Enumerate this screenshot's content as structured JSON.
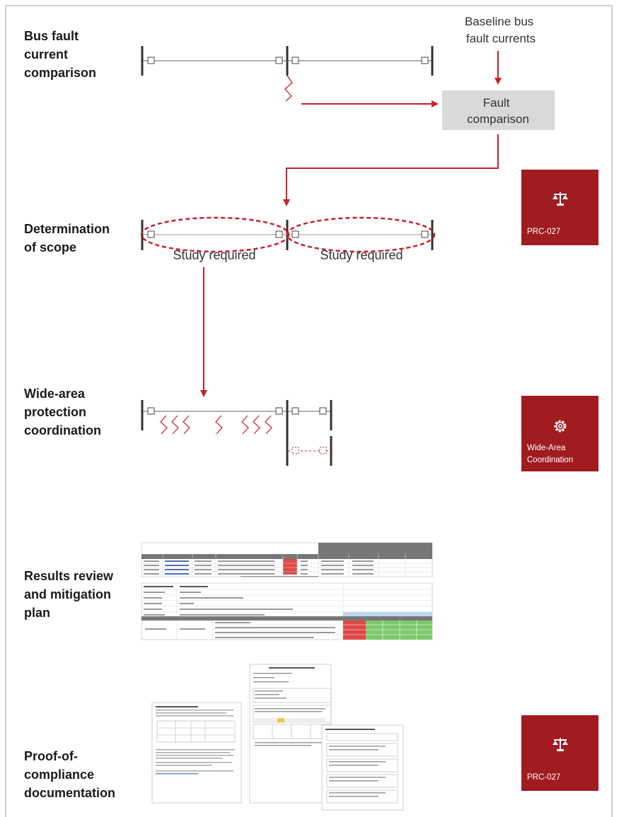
{
  "steps": [
    {
      "label": "Bus fault\ncurrent\ncomparison"
    },
    {
      "label": "Determination\nof scope"
    },
    {
      "label": "Wide-area\nprotection\ncoordination"
    },
    {
      "label": "Results review\nand mitigation\nplan"
    },
    {
      "label": "Proof-of-\ncompliance\ndocumentation"
    }
  ],
  "baseline_text": "Baseline bus\nfault currents",
  "fault_comparison_text": "Fault\ncomparison",
  "study_required_left": "Study required",
  "study_required_right": "Study required",
  "tiles": [
    {
      "icon": "scales-icon",
      "label": "PRC-027"
    },
    {
      "icon": "gear-icon",
      "label": "Wide-Area\nCoordination"
    },
    {
      "icon": "scales-icon",
      "label": "PRC-027"
    }
  ],
  "colors": {
    "accent_red": "#c8202a",
    "tile_red": "#a01c21",
    "fault_box_gray": "#d9d9d9",
    "bus_line": "#333333"
  }
}
